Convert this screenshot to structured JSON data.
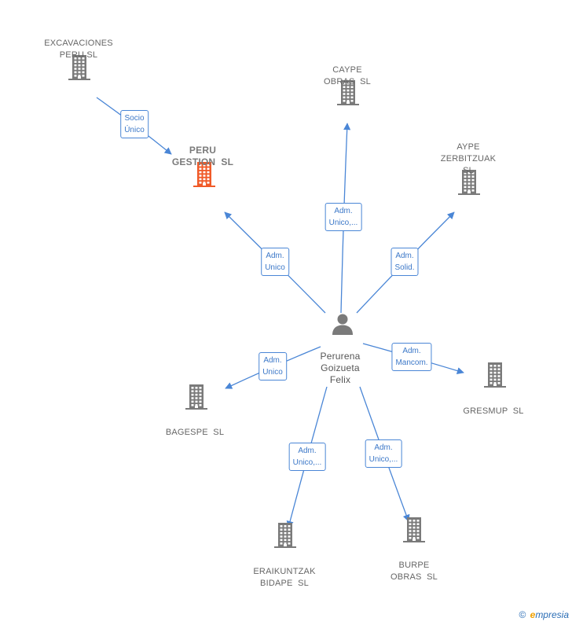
{
  "colors": {
    "edge": "#4a86d6",
    "building": "#7a7a7a",
    "building_highlight": "#f05a28",
    "person": "#7a7a7a"
  },
  "person": {
    "name": "Perurena\nGoizueta\nFelix",
    "icon": "person-icon"
  },
  "companies": [
    {
      "id": "excavaciones",
      "label": "EXCAVACIONES\nPERU SL",
      "icon": "building-icon"
    },
    {
      "id": "peru-gestion",
      "label": "PERU\nGESTION  SL",
      "icon": "building-icon",
      "highlight": true
    },
    {
      "id": "caype",
      "label": "CAYPE\nOBRAS  SL",
      "icon": "building-icon"
    },
    {
      "id": "aype",
      "label": "AYPE\nZERBITZUAK\nSL",
      "icon": "building-icon"
    },
    {
      "id": "gresmup",
      "label": "GRESMUP  SL",
      "icon": "building-icon"
    },
    {
      "id": "bagespe",
      "label": "BAGESPE  SL",
      "icon": "building-icon"
    },
    {
      "id": "eraikuntzak",
      "label": "ERAIKUNTZAK\nBIDAPE  SL",
      "icon": "building-icon"
    },
    {
      "id": "burpe",
      "label": "BURPE\nOBRAS  SL",
      "icon": "building-icon"
    }
  ],
  "edges": [
    {
      "from": "excavaciones",
      "to": "peru-gestion",
      "label": "Socio\nÚnico"
    },
    {
      "from": "person",
      "to": "peru-gestion",
      "label": "Adm.\nUnico"
    },
    {
      "from": "person",
      "to": "caype",
      "label": "Adm.\nUnico,..."
    },
    {
      "from": "person",
      "to": "aype",
      "label": "Adm.\nSolid."
    },
    {
      "from": "person",
      "to": "gresmup",
      "label": "Adm.\nMancom."
    },
    {
      "from": "person",
      "to": "bagespe",
      "label": "Adm.\nUnico"
    },
    {
      "from": "person",
      "to": "eraikuntzak",
      "label": "Adm.\nUnico,..."
    },
    {
      "from": "person",
      "to": "burpe",
      "label": "Adm.\nUnico,..."
    }
  ],
  "footer": {
    "copyright": "©",
    "brand_initial": "e",
    "brand_rest": "mpresia"
  }
}
